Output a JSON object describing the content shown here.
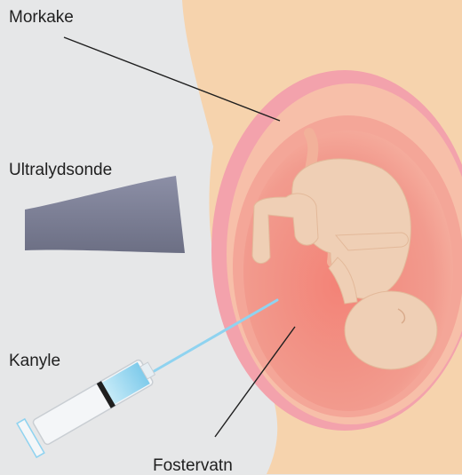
{
  "labels": {
    "placenta": "Morkake",
    "probe": "Ultralydsonde",
    "needle": "Kanyle",
    "amniotic_fluid": "Fostervatn"
  },
  "colors": {
    "background": "#e6e7e8",
    "skin": "#f6d3ad",
    "uterus_outer": "#f09aa6",
    "placenta": "#f6b9a5",
    "fluid": "#f28e86",
    "fetus": "#efcfb5",
    "probe": "#7c7f95",
    "needle": "#8fd3f0"
  }
}
